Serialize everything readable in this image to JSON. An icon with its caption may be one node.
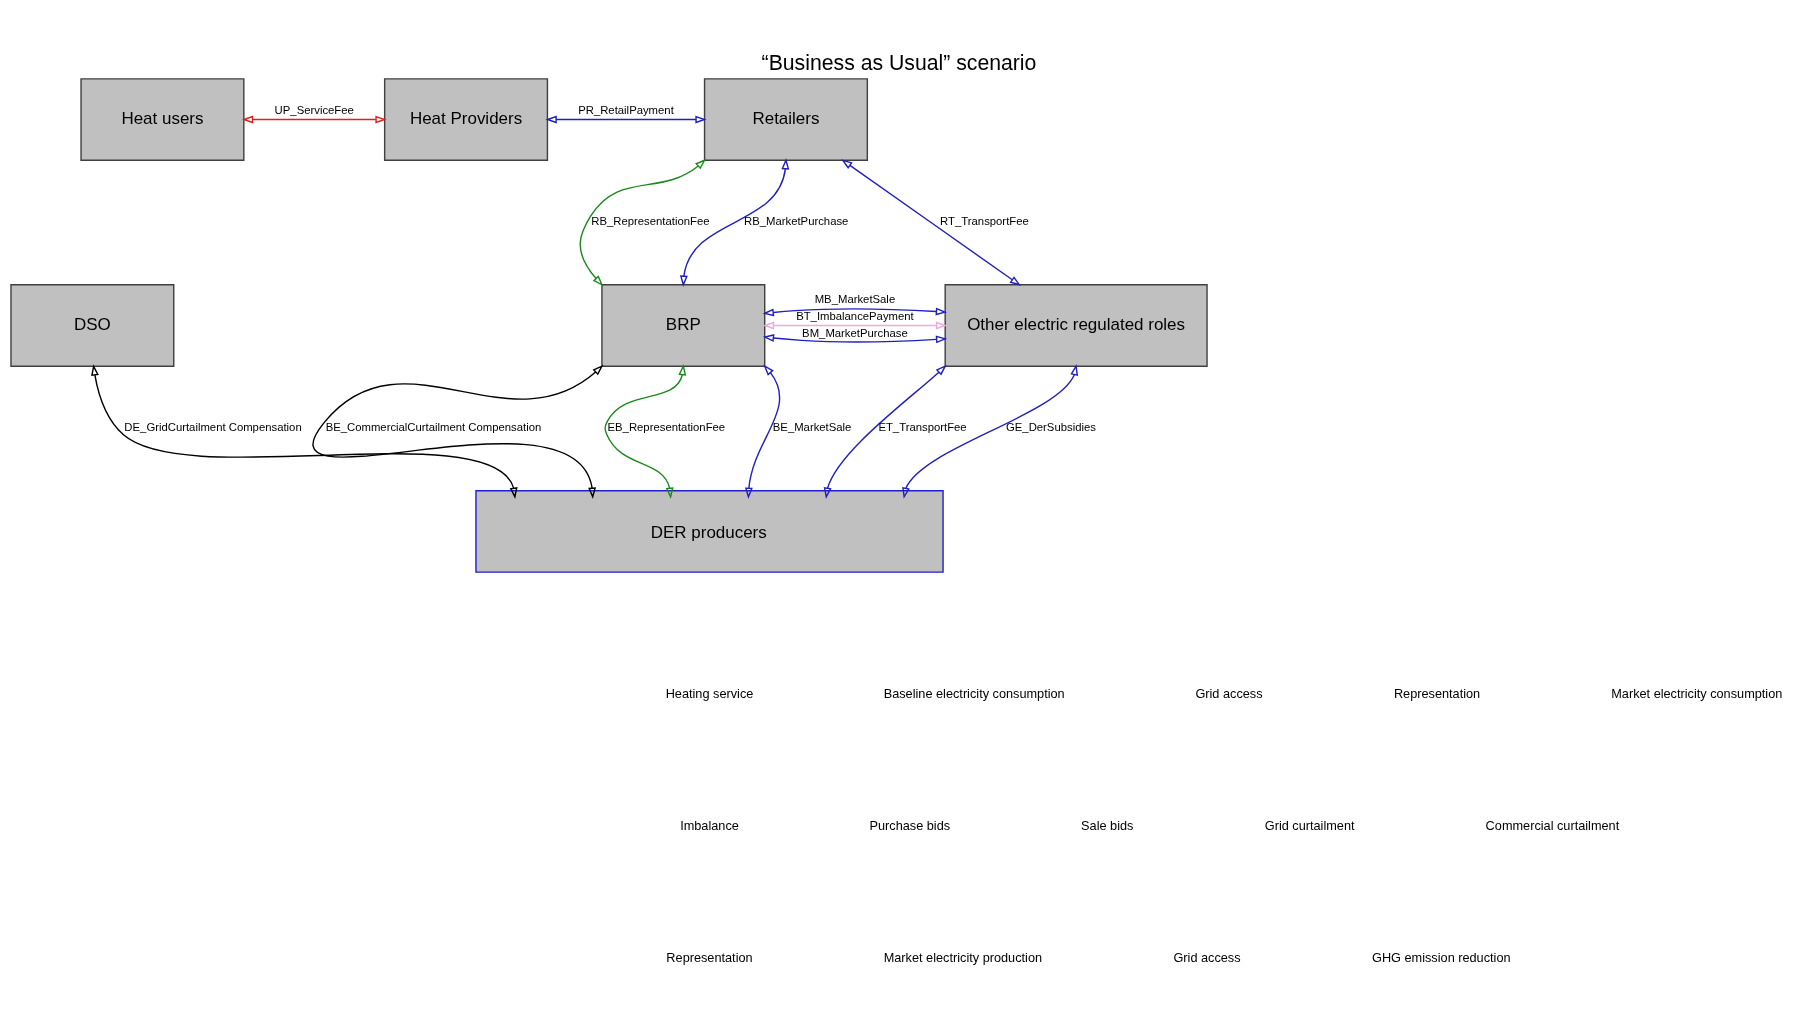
{
  "diagram": {
    "title": "“Business as Usual” scenario",
    "nodes": [
      {
        "text": [
          "Heat users"
        ]
      },
      {
        "text": [
          "Heat Providers"
        ]
      },
      {
        "text": [
          "Retailers"
        ]
      },
      {
        "text": [
          "BRP"
        ]
      },
      {
        "text": [
          "Other electric regulated roles"
        ]
      },
      {
        "text": [
          "DSO"
        ]
      },
      {
        "text": [
          "DER producers"
        ]
      }
    ],
    "edges": [
      {
        "from": 0,
        "to": 1,
        "arrow": "both",
        "label": "UP_ServiceFee",
        "color": "#e02020"
      },
      {
        "from": 1,
        "to": 2,
        "arrow": "both",
        "label": "PR_RetailPayment"
      },
      {
        "from": 2,
        "to": 4,
        "arrow": "both",
        "label": "RT_TransportFee"
      },
      {
        "from": 2,
        "to": 3,
        "arrow": "both",
        "label": "RB_RepresentationFee",
        "color": "#1a8a1a"
      },
      {
        "from": 2,
        "to": 3,
        "arrow": "both",
        "label": "RB_MarketPurchase"
      },
      {
        "from": 3,
        "to": 4,
        "arrow": "both",
        "label": "BT_ImbalancePayment",
        "color": "#f0a8e0"
      },
      {
        "from": 3,
        "to": 4,
        "arrow": "both",
        "label": "BM_MarketPurchase"
      },
      {
        "from": 3,
        "to": 4,
        "arrow": "both",
        "label": "MB_MarketSale"
      },
      {
        "from": 5,
        "to": 6,
        "arrow": "both",
        "label": "DE_GridCurtailment Compensation",
        "color": "#000000"
      },
      {
        "from": 3,
        "to": 6,
        "arrow": "both",
        "label": "BE_CommercialCurtailment Compensation",
        "color": "#000000"
      },
      {
        "from": 3,
        "to": 6,
        "arrow": "both",
        "label": "EB_RepresentationFee",
        "color": "#1a8a1a"
      },
      {
        "from": 3,
        "to": 6,
        "arrow": "both",
        "label": "BE_MarketSale"
      },
      {
        "from": 4,
        "to": 6,
        "arrow": "both",
        "label": "ET_TransportFee"
      },
      {
        "from": 4,
        "to": 6,
        "arrow": "both",
        "label": "GE_DerSubsidies"
      }
    ],
    "labels": [
      "Heating service",
      "Baseline electricity consumption",
      "Grid access",
      "Representation",
      "Market electricity consumption",
      "Imbalance",
      "Purchase bids",
      "Sale bids",
      "Grid curtailment",
      "Commercial curtailment",
      "Representation",
      "Market electricity production",
      "Grid access",
      "GHG emission reduction"
    ]
  }
}
